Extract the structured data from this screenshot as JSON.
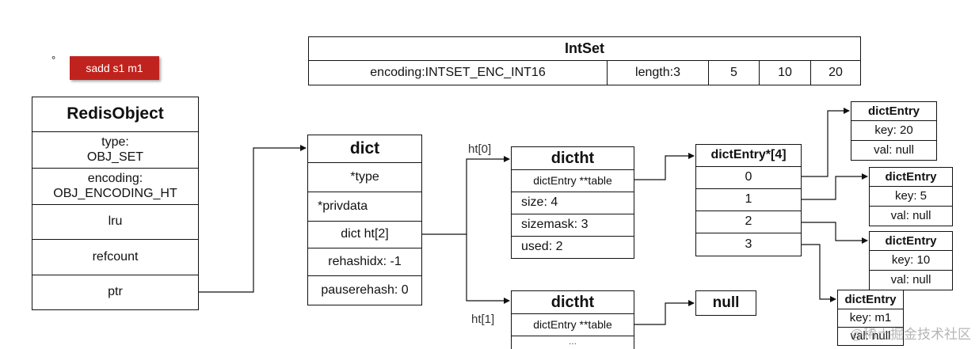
{
  "command": {
    "bullet": "°",
    "label": "sadd s1 m1"
  },
  "intset": {
    "title": "IntSet",
    "encoding": "encoding:INTSET_ENC_INT16",
    "length": "length:3",
    "values": [
      "5",
      "10",
      "20"
    ]
  },
  "redis_object": {
    "title": "RedisObject",
    "type": "type:\nOBJ_SET",
    "encoding": "encoding:\nOBJ_ENCODING_HT",
    "lru": "lru",
    "refcount": "refcount",
    "ptr": "ptr"
  },
  "dict": {
    "title": "dict",
    "type": "*type",
    "privdata": "*privdata",
    "ht": "dict ht[2]",
    "rehashidx": "rehashidx: -1",
    "pauserehash": "pauserehash: 0"
  },
  "labels": {
    "ht0": "ht[0]",
    "ht1": "ht[1]"
  },
  "dictht0": {
    "title": "dictht",
    "table": "dictEntry **table",
    "size": "size: 4",
    "sizemask": "sizemask: 3",
    "used": "used: 2"
  },
  "dictht1": {
    "title": "dictht",
    "table": "dictEntry **table",
    "partial": "..."
  },
  "null_box": "null",
  "bucket_array": {
    "title": "dictEntry*[4]",
    "slots": [
      "0",
      "1",
      "2",
      "3"
    ]
  },
  "entries": [
    {
      "title": "dictEntry",
      "key": "key: 20",
      "val": "val: null"
    },
    {
      "title": "dictEntry",
      "key": "key: 5",
      "val": "val: null"
    },
    {
      "title": "dictEntry",
      "key": "key: 10",
      "val": "val: null"
    },
    {
      "title": "dictEntry",
      "key": "key: m1",
      "val": "val: null"
    }
  ],
  "watermark": "@稀土掘金技术社区"
}
